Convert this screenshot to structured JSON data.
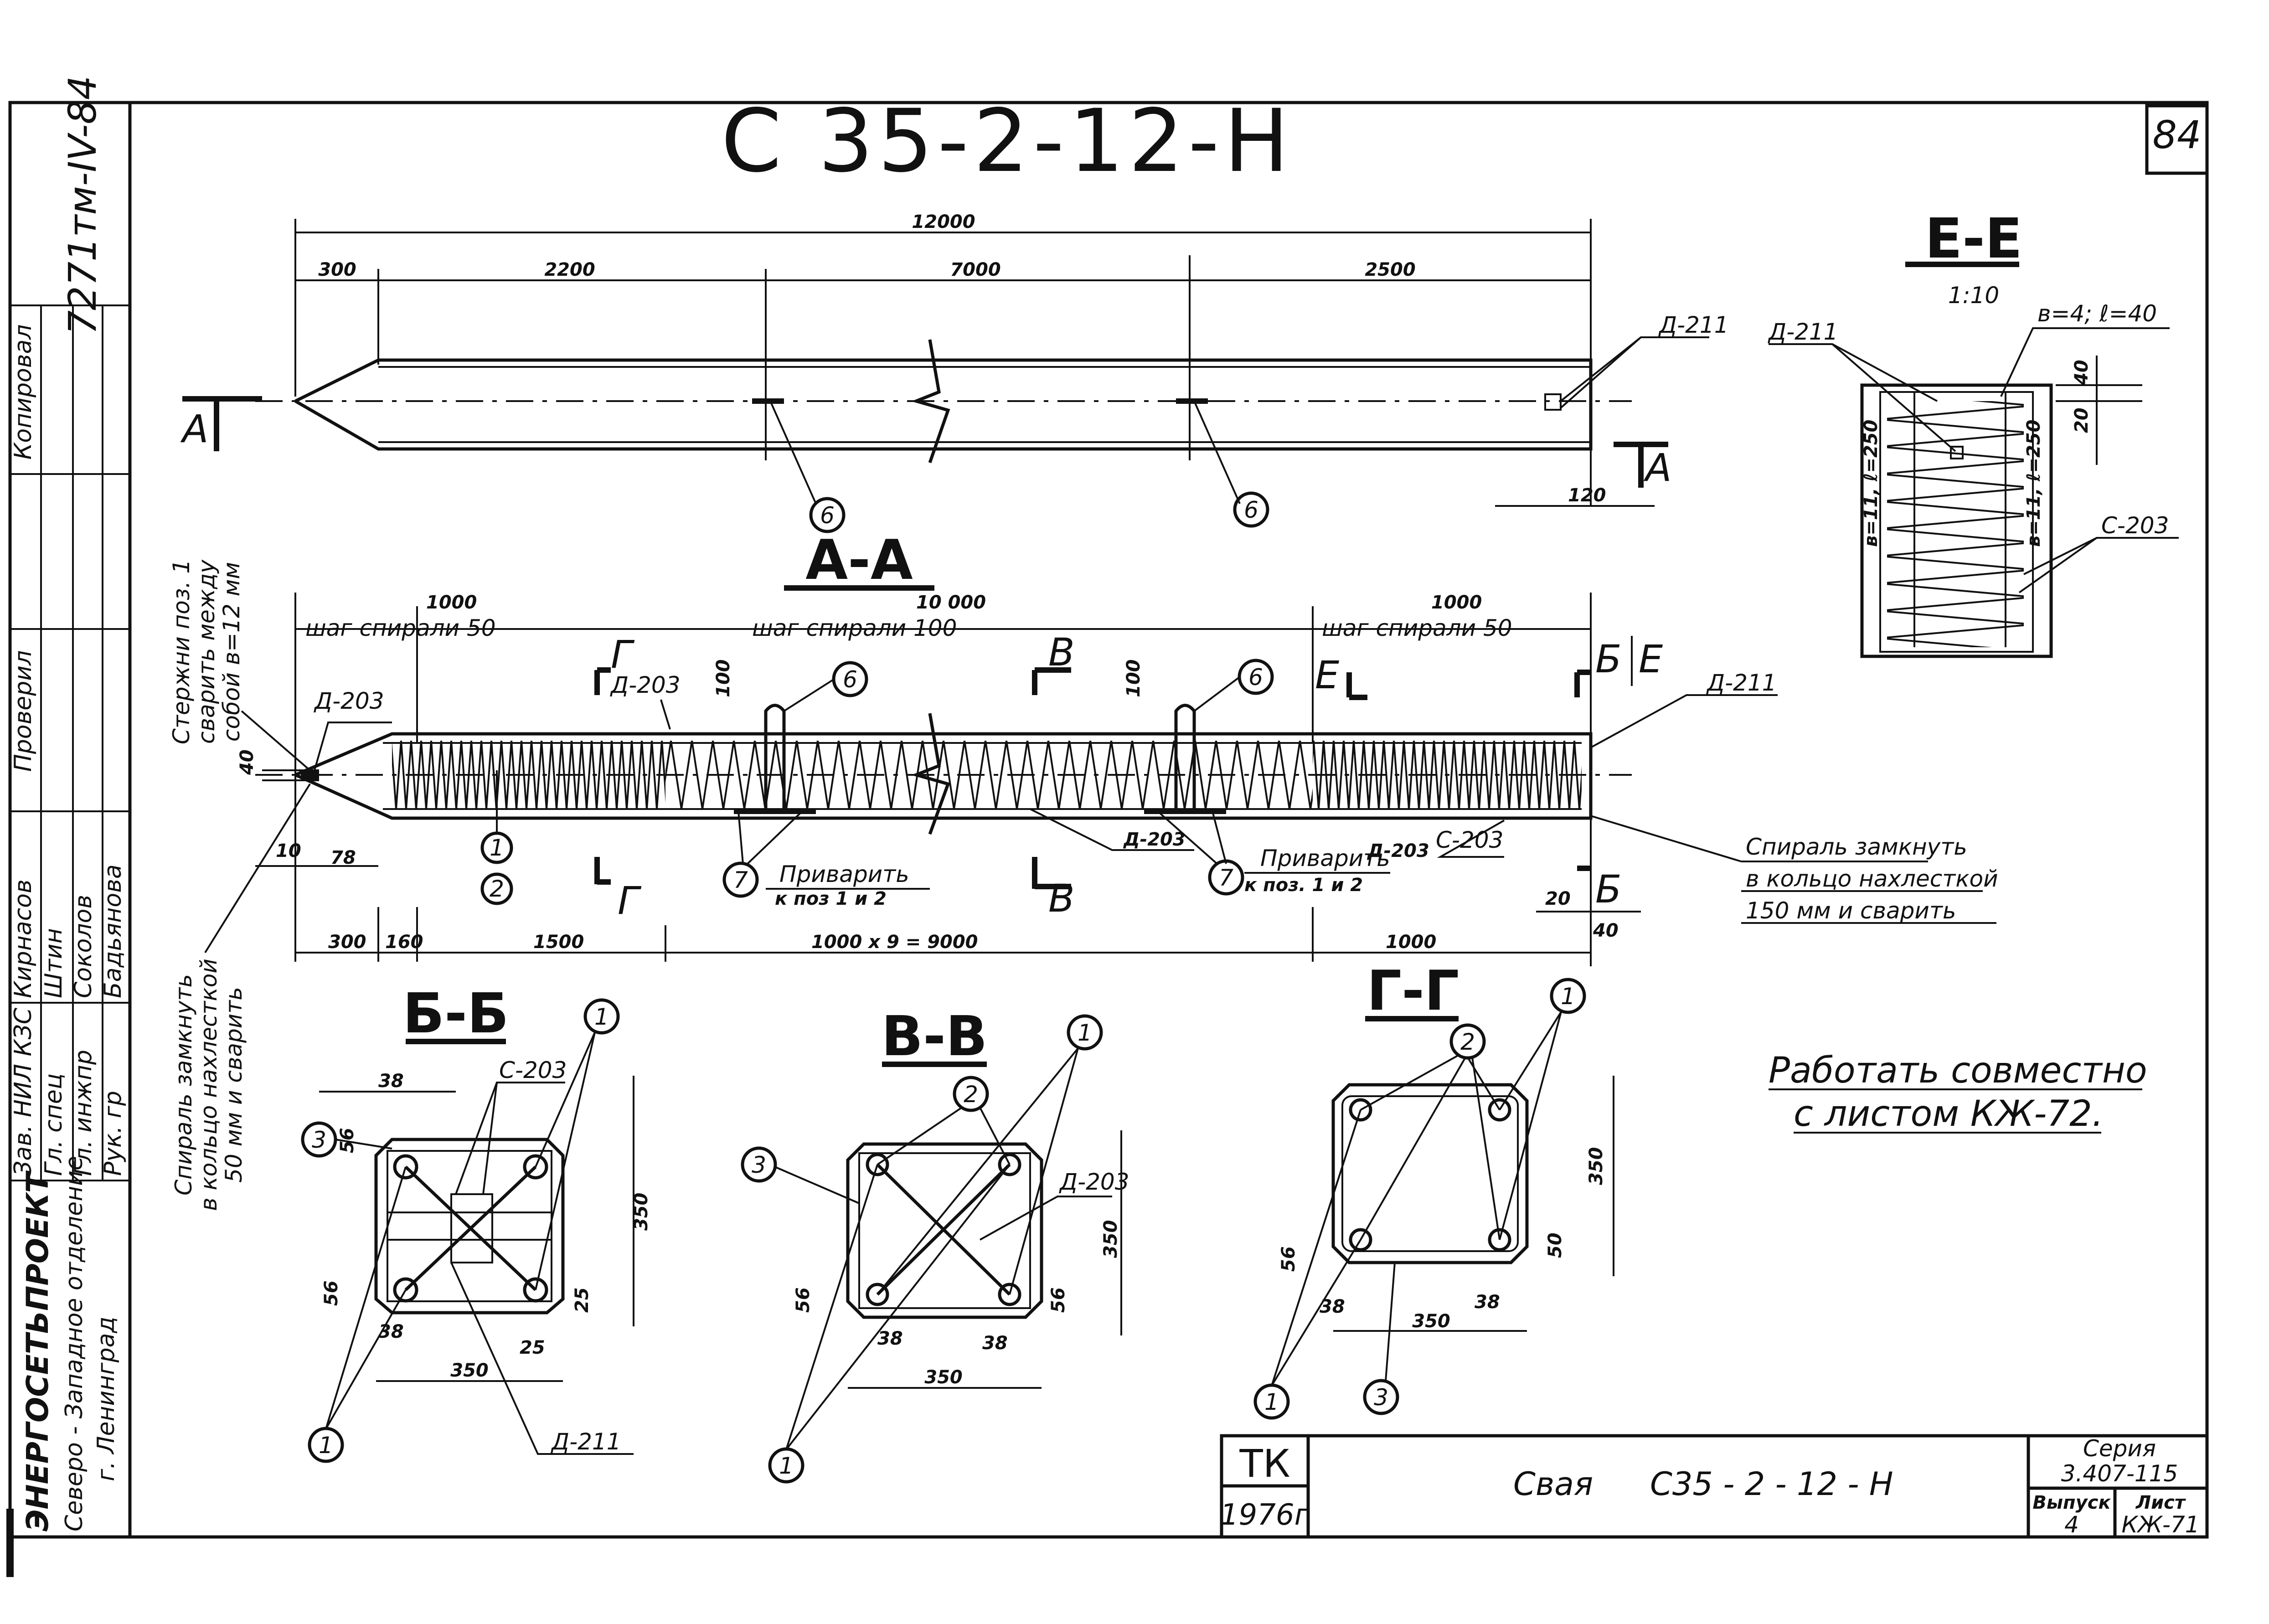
{
  "title": "С 35-2-12-Н",
  "sheet_no": "84",
  "side_code": "7271тм-IV-84",
  "dims_top": {
    "total": "12000",
    "d1": "300",
    "d2": "2200",
    "d3": "7000",
    "d4": "2500",
    "end": "120"
  },
  "markers": {
    "a": "А",
    "b": "Б",
    "v": "В",
    "g": "Г",
    "e": "Е",
    "p1": "1",
    "p2": "2",
    "p3": "3",
    "p6": "6",
    "p7": "7"
  },
  "refs": {
    "d211": "Д-211",
    "d203": "Д-203",
    "c203": "С-203"
  },
  "sections": {
    "aa": "А-А",
    "bb": "Б-Б",
    "vv": "В-В",
    "gg": "Г-Г",
    "ee": "Е-Е"
  },
  "ee": {
    "scale": "1:10",
    "weld": "в=4; ℓ=40",
    "d20": "20",
    "d40": "40",
    "side1": "в=11, ℓ=250",
    "side2": "в=11, ℓ=250"
  },
  "aa": {
    "d1000a": "1000",
    "d10000": "10 000",
    "d1000b": "1000",
    "pitch50a": "шаг   спирали 50",
    "pitch100": "шаг   спирали 100",
    "pitch50b": "шаг   спирали 50",
    "d40": "40",
    "d100a": "100",
    "d100b": "100",
    "d10": "10",
    "d78": "78",
    "d20": "20",
    "d40b": "40",
    "b300": "300",
    "b160": "160",
    "b1500": "1500",
    "b9000": "1000 х 9 = 9000",
    "b1000": "1000",
    "weld1": "Приварить",
    "weld1b": "к поз 1 и 2",
    "weld2": "Приварить",
    "weld2b": "к поз. 1 и 2"
  },
  "notes": {
    "rods": [
      "Стержни поз. 1",
      "сварить между",
      "собой  в=12 мм"
    ],
    "spiral_left": [
      "Спираль  замкнуть",
      "в кольцо нахлесткой",
      "50 мм  и  сварить"
    ],
    "spiral_right": [
      "Спираль  замкнуть",
      "в кольцо нахлесткой",
      "150 мм  и  сварить"
    ],
    "together": [
      "Работать совместно",
      "с листом КЖ-72."
    ]
  },
  "sec_dims": {
    "d38": "38",
    "d56": "56",
    "d350": "350",
    "d25": "25",
    "d50": "50"
  },
  "stamp": {
    "rows": [
      "Зав. НИЛ КЗС",
      "Гл. спец",
      "Гл. инжпр",
      "Рук. гр"
    ],
    "names": [
      "Кирнасов",
      "Штин",
      "Соколов",
      "Бадьянова"
    ],
    "org1": "ЭНЕРГОСЕТЬПРОЕКТ",
    "org2": "Северо - Западное отделение",
    "org3": "г. Ленинград",
    "checked": "Проверил",
    "copied": "Копировал"
  },
  "titleblock": {
    "tk": "ТК",
    "year": "1976г",
    "name": "Свая",
    "code": "С35 - 2 - 12 - Н",
    "series_label": "Серия",
    "series": "3.407-115",
    "issue_label": "Выпуск",
    "issue": "4",
    "sheet_label": "Лист",
    "sheet": "КЖ-71"
  }
}
